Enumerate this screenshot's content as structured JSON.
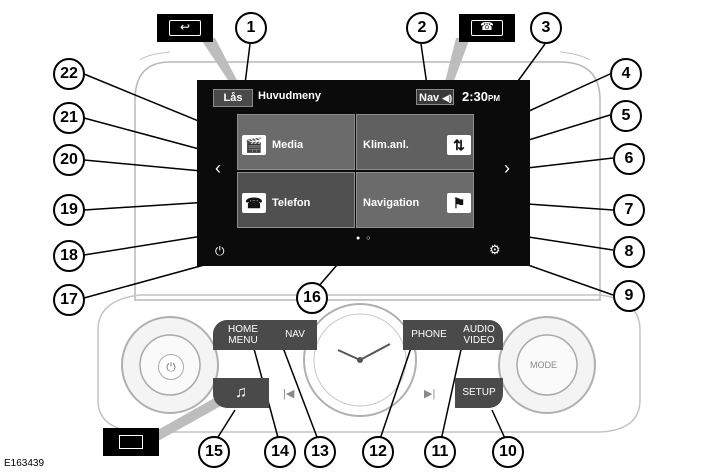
{
  "screen": {
    "back_button": "Lås",
    "title": "Huvudmeny",
    "nav_button": "Nav",
    "time": "2:30",
    "time_suffix": "PM",
    "tiles": [
      {
        "label": "Media",
        "icon": "clapperboard-icon"
      },
      {
        "label": "Klim.anl.",
        "icon": "climate-icon"
      },
      {
        "label": "Telefon",
        "icon": "phone-icon"
      },
      {
        "label": "Navigation",
        "icon": "checkered-flag-icon"
      }
    ]
  },
  "console": {
    "home_menu": "HOME\nMENU",
    "nav": "NAV",
    "phone": "PHONE",
    "audio_video": "AUDIO\nVIDEO",
    "setup": "SETUP",
    "mode": "MODE"
  },
  "callouts": [
    "1",
    "2",
    "3",
    "4",
    "5",
    "6",
    "7",
    "8",
    "9",
    "10",
    "11",
    "12",
    "13",
    "14",
    "15",
    "16",
    "17",
    "18",
    "19",
    "20",
    "21",
    "22"
  ],
  "figure_id": "E163439"
}
